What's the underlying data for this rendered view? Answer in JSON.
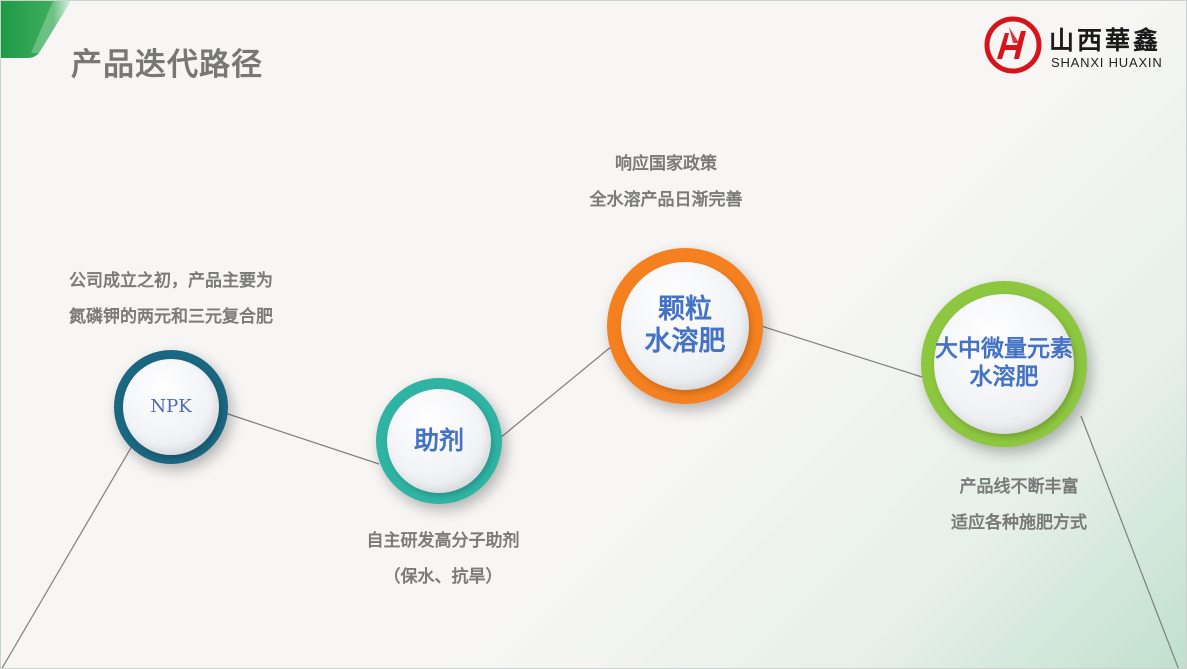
{
  "slide": {
    "title": "产品迭代路径",
    "colors": {
      "corner_accent": "#1e9a47",
      "title_text": "#777777",
      "caption_text": "#7a7a7a",
      "node_label": "#4472c4",
      "connector_line": "#7f7f7f"
    }
  },
  "logo": {
    "icon": "huaxin-logo-icon",
    "name_cn": "山西華鑫",
    "name_en": "SHANXI HUAXIN",
    "color": "#d7141c"
  },
  "nodes": [
    {
      "label": "NPK",
      "ring_color": "#1b6781",
      "caption_lines": [
        "公司成立之初，产品主要为",
        "氮磷钾的两元和三元复合肥"
      ],
      "caption_position": "above"
    },
    {
      "label": "助剂",
      "ring_color": "#2fb4a4",
      "caption_lines": [
        "自主研发高分子助剂",
        "（保水、抗旱）"
      ],
      "caption_position": "below"
    },
    {
      "label_lines": [
        "颗粒",
        "水溶肥"
      ],
      "ring_color": "#f5801f",
      "caption_lines": [
        "响应国家政策",
        "全水溶产品日渐完善"
      ],
      "caption_position": "above"
    },
    {
      "label_lines": [
        "大中微量元素",
        "水溶肥"
      ],
      "ring_color": "#8dc63f",
      "caption_lines": [
        "产品线不断丰富",
        "适应各种施肥方式"
      ],
      "caption_position": "below"
    }
  ]
}
